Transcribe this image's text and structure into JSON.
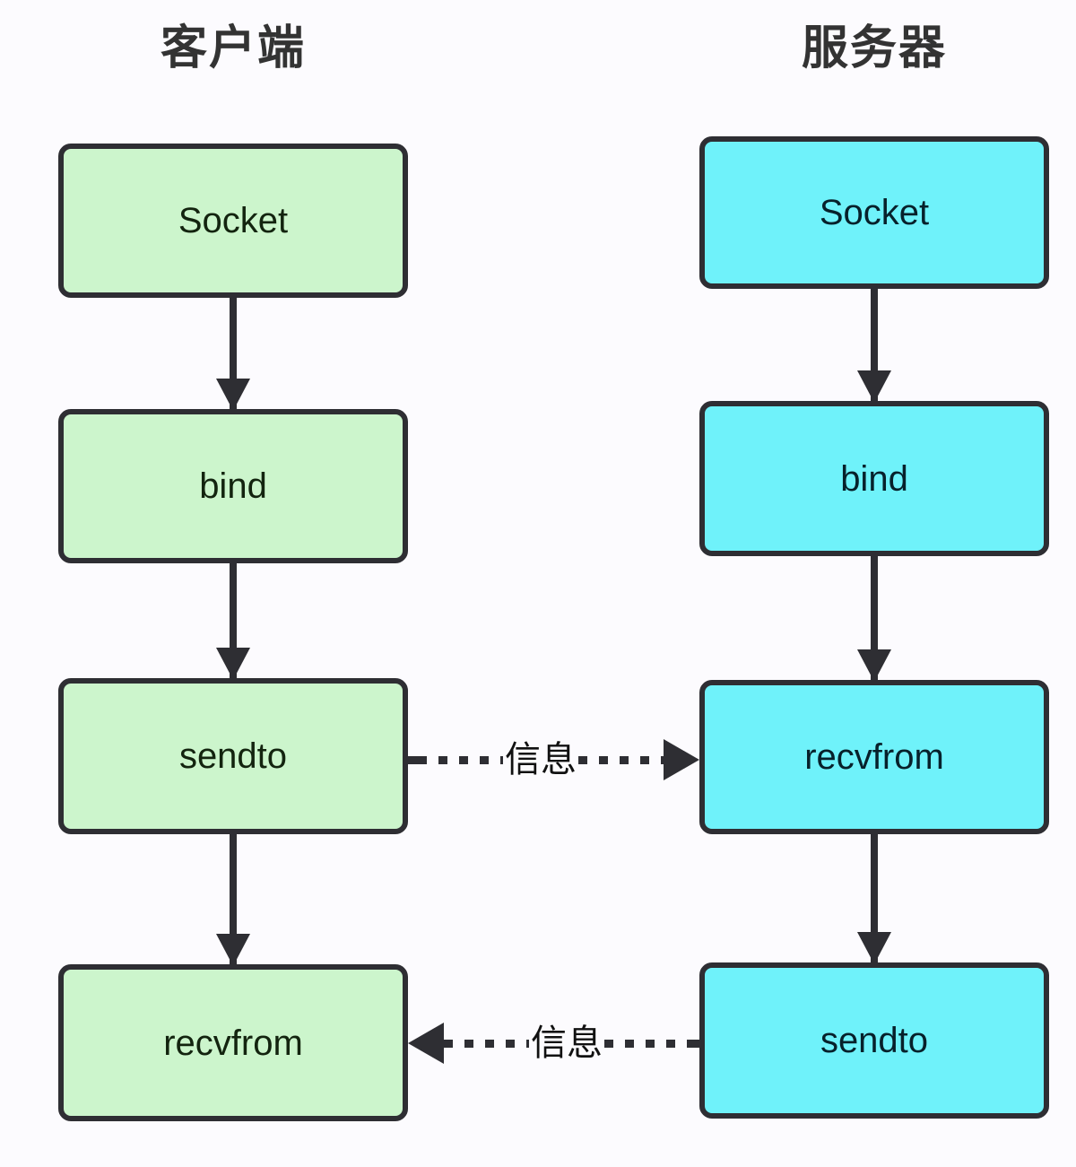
{
  "diagram": {
    "title_client": "客户端",
    "title_server": "服务器",
    "colors": {
      "background": "#fcfbfe",
      "client_fill": "#ccf5cc",
      "server_fill": "#6ff2fa",
      "stroke": "#2e2e33",
      "title_text": "#333333"
    },
    "columns": [
      {
        "key": "client",
        "title": "客户端",
        "nodes": [
          {
            "label": "Socket"
          },
          {
            "label": "bind"
          },
          {
            "label": "sendto"
          },
          {
            "label": "recvfrom"
          }
        ]
      },
      {
        "key": "server",
        "title": "服务器",
        "nodes": [
          {
            "label": "Socket"
          },
          {
            "label": "bind"
          },
          {
            "label": "recvfrom"
          },
          {
            "label": "sendto"
          }
        ]
      }
    ],
    "messages": [
      {
        "label": "信息",
        "direction": "client-to-server",
        "from": "sendto",
        "to": "recvfrom"
      },
      {
        "label": "信息",
        "direction": "server-to-client",
        "from": "sendto",
        "to": "recvfrom"
      }
    ]
  }
}
